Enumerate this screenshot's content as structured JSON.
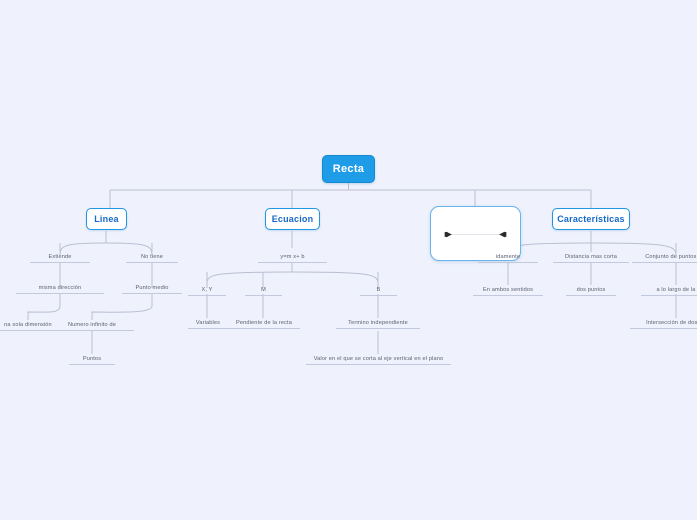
{
  "diagram": {
    "title": "Recta",
    "type": "mind-map",
    "background_color": "#eff2fc",
    "accent_color": "#1e9ce8",
    "branch_border_color": "#2196e3",
    "branch_text_color": "#1769c8",
    "label_text_color": "#5a6070",
    "connector_color": "#b9bfd2"
  },
  "root": {
    "label": "Recta"
  },
  "branches": [
    {
      "label": "Linea",
      "children": [
        {
          "label": "Extiende",
          "children": [
            {
              "label": "misma dirección",
              "children": [
                {
                  "label": "na sola dimensión",
                  "children": []
                }
              ]
            }
          ]
        },
        {
          "label": "No tiene",
          "children": [
            {
              "label": "Punto medio",
              "children": [
                {
                  "label": "Numero infinito de",
                  "children": [
                    {
                      "label": "Puntos",
                      "children": []
                    }
                  ]
                }
              ]
            }
          ]
        }
      ]
    },
    {
      "label": "Ecuacion",
      "children": [
        {
          "label": "y=m x+ b",
          "children": [
            {
              "label": "X, Y",
              "children": [
                {
                  "label": "Variables",
                  "children": []
                }
              ]
            },
            {
              "label": "M",
              "children": [
                {
                  "label": "Pendiente de la recta",
                  "children": []
                }
              ]
            },
            {
              "label": "B",
              "children": [
                {
                  "label": "Termino independiente",
                  "children": [
                    {
                      "label": "Valor en el que se corta al eje vertical en el plano",
                      "children": []
                    }
                  ]
                }
              ]
            }
          ]
        }
      ]
    },
    {
      "label": "",
      "image": {
        "name": "line-with-arrows-figure",
        "description": "horizontal line with arrowheads at both ends"
      },
      "children": []
    },
    {
      "label": "Características",
      "children": [
        {
          "label": "idamente",
          "children": [
            {
              "label": "En ambos sentidos",
              "children": []
            }
          ]
        },
        {
          "label": "Distancia mas corta",
          "children": [
            {
              "label": "dos puntos",
              "children": []
            }
          ]
        },
        {
          "label": "Conjunto de puntos al",
          "children": [
            {
              "label": "a lo largo de la",
              "children": [
                {
                  "label": "Intersección de dos pl",
                  "children": []
                }
              ]
            }
          ]
        }
      ]
    }
  ]
}
